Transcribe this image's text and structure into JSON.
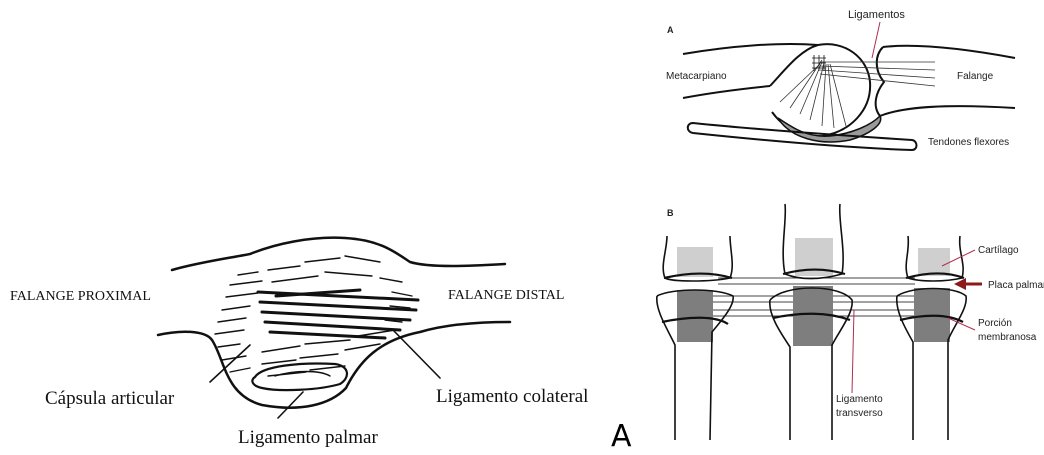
{
  "left_figure": {
    "label_proximal": "FALANGE PROXIMAL",
    "label_distal": "FALANGE DISTAL",
    "label_capsule": "Cápsula articular",
    "label_collateral": "Ligamento colateral",
    "label_palmar": "Ligamento palmar"
  },
  "figure_tag": "A",
  "right_figure": {
    "panel_a": {
      "letter": "A",
      "label_ligaments": "Ligamentos",
      "label_metacarpal": "Metacarpiano",
      "label_phalanx": "Falange",
      "label_flexor": "Tendones flexores"
    },
    "panel_b": {
      "letter": "B",
      "label_cartilage": "Cartílago",
      "label_plate": "Placa palmar",
      "label_membranous_1": "Porción",
      "label_membranous_2": "membranosa",
      "label_transverse_1": "Ligamento",
      "label_transverse_2": "transverso",
      "arrow_color": "#8b1a1a",
      "leader_color": "#b03050"
    }
  }
}
